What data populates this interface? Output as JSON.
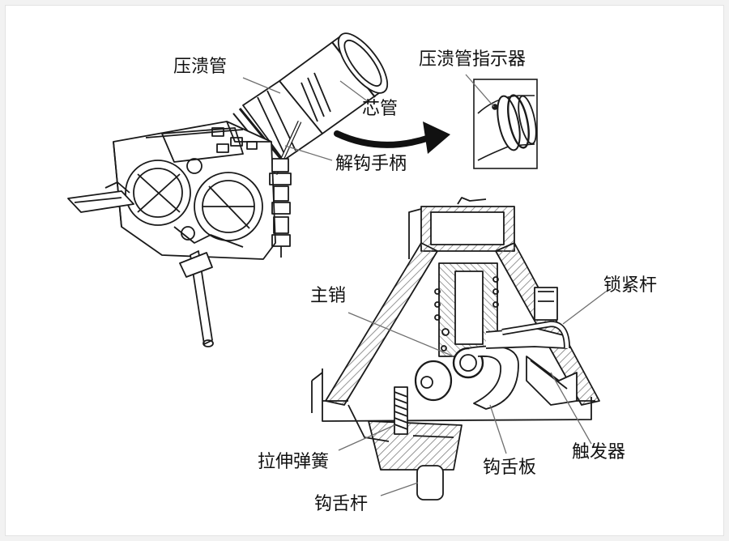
{
  "labels": {
    "crush_tube": "压溃管",
    "crush_indicator": "压溃管指示器",
    "core_tube": "芯管",
    "release_handle": "解钩手柄",
    "lock_rod": "锁紧杆",
    "main_pin": "主销",
    "tension_spring": "拉伸弹簧",
    "hook_plate": "钩舌板",
    "trigger": "触发器",
    "hook_rod": "钩舌杆"
  },
  "colors": {
    "background": "#f2f2f2",
    "panel": "#ffffff",
    "line": "#1a1a1a",
    "hatch": "#8a8a8a",
    "leader": "#6f6f6f"
  },
  "icons": {
    "arrow": "curved-right-arrow"
  }
}
